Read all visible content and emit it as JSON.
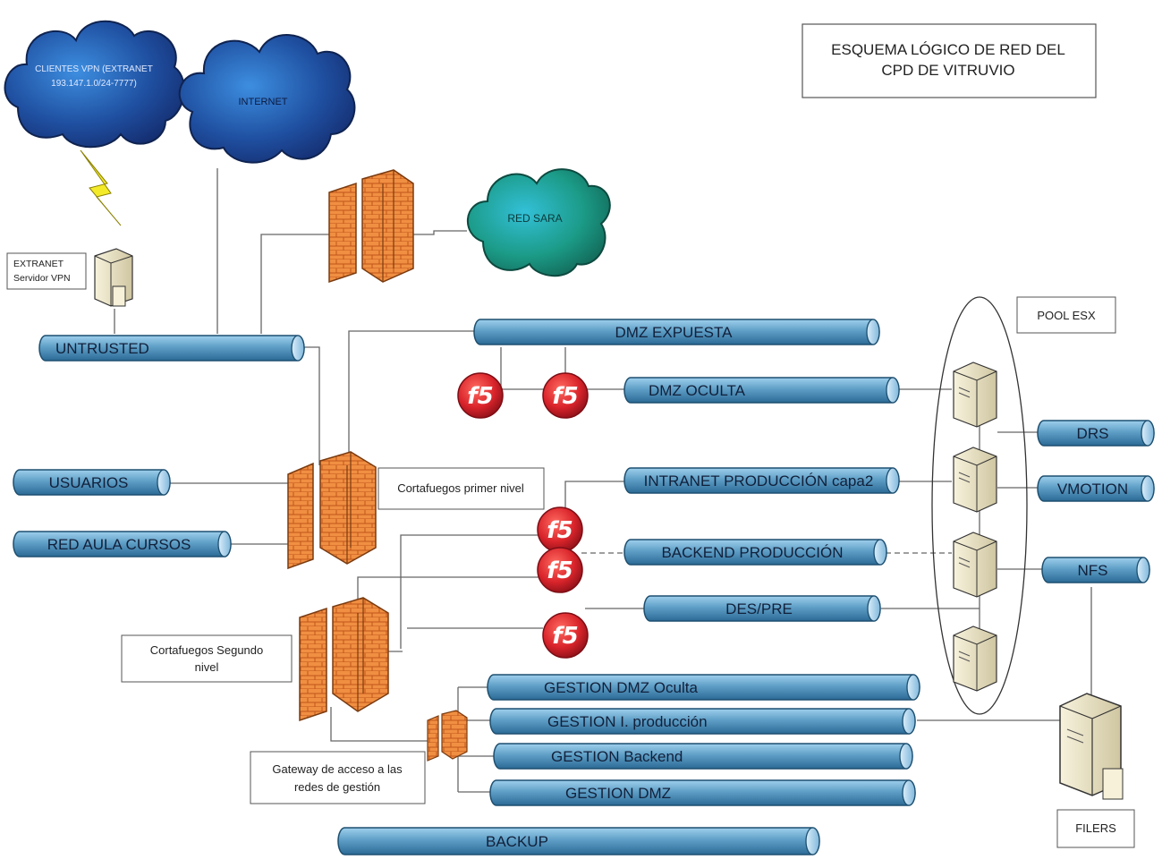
{
  "title": {
    "line1": "ESQUEMA LÓGICO DE RED DEL",
    "line2": "CPD DE VITRUVIO"
  },
  "clouds": {
    "vpn": {
      "line1": "CLIENTES VPN (EXTRANET",
      "line2": "193.147.1.0/24-7777)"
    },
    "internet": "INTERNET",
    "sara": "RED SARA"
  },
  "extranet": {
    "line1": "EXTRANET",
    "line2": "Servidor VPN"
  },
  "pool_label": "POOL ESX",
  "filers_label": "FILERS",
  "fw1_label": "Cortafuegos primer nivel",
  "fw2_label": {
    "line1": "Cortafuegos Segundo",
    "line2": "nivel"
  },
  "gateway_label": {
    "line1": "Gateway de acceso a las",
    "line2": "redes de gestión"
  },
  "lb_glyph": "f5",
  "networks": {
    "untrusted": "UNTRUSTED",
    "usuarios": "USUARIOS",
    "aula": "RED AULA CURSOS",
    "dmz_expuesta": "DMZ EXPUESTA",
    "dmz_oculta": "DMZ OCULTA",
    "intranet": "INTRANET PRODUCCIÓN capa2",
    "backend": "BACKEND PRODUCCIÓN",
    "despre": "DES/PRE",
    "g_dmz_oculta": "GESTION DMZ Oculta",
    "g_produccion": "GESTION I. producción",
    "g_backend": "GESTION Backend",
    "g_dmz": "GESTION DMZ",
    "backup": "BACKUP",
    "drs": "DRS",
    "vmotion": "VMOTION",
    "nfs": "NFS"
  },
  "colors": {
    "bus": "#5f9fc7",
    "bus_dark": "#1d4f70",
    "firewall": "#ef8a3c",
    "cloud": "#1e3e8c",
    "cloud_sara": "#1b8f84",
    "f5": "#d9242b"
  }
}
